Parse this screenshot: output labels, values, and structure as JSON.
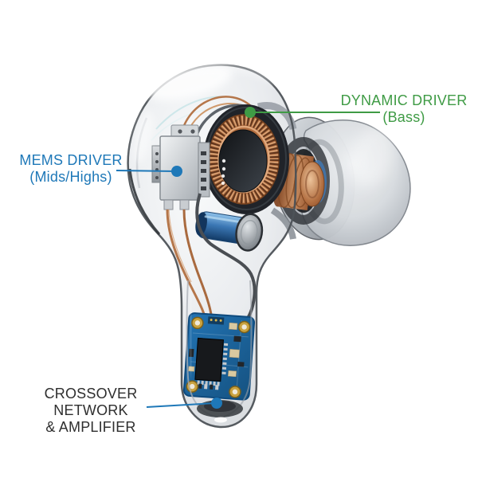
{
  "labels": {
    "dynamic_driver": {
      "line1": "DYNAMIC DRIVER",
      "line2": "(Bass)"
    },
    "mems_driver": {
      "line1": "MEMS DRIVER",
      "line2": "(Mids/Highs)"
    },
    "crossover": {
      "line1": "CROSSOVER NETWORK",
      "line2": "& AMPLIFIER"
    }
  },
  "colors": {
    "accent_green": "#3f9b45",
    "accent_blue": "#1e78b8",
    "text_dark": "#2e2e2e",
    "copper": "#b5764a",
    "pcb_blue": "#2273b3",
    "battery_blue": "#3b77b4"
  }
}
